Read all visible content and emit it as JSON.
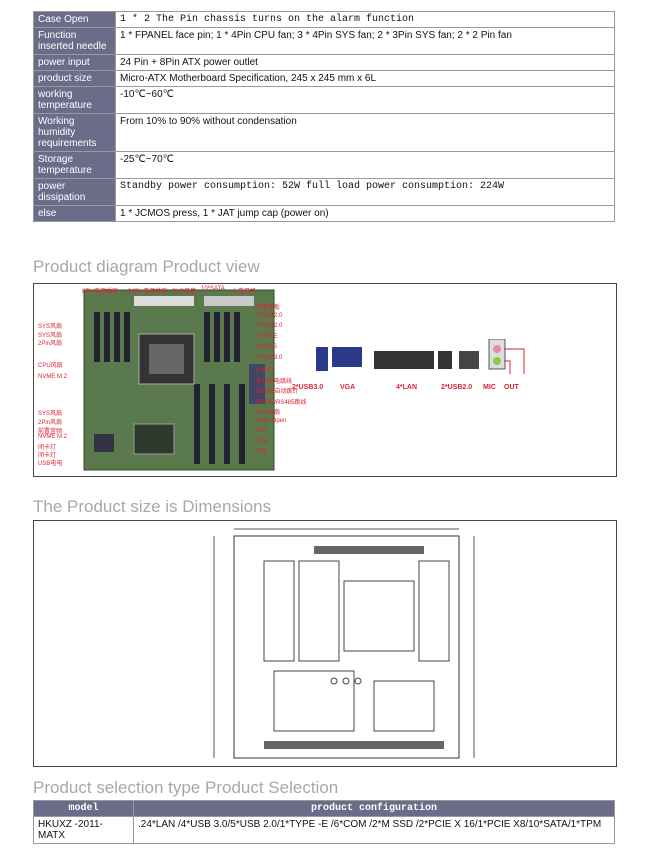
{
  "specs": [
    {
      "key": "Case Open",
      "value": "1 * 2 The Pin chassis turns on the alarm function",
      "mono": true
    },
    {
      "key": "Function inserted needle",
      "value": "1 * FPANEL face pin; 1 * 4Pin CPU fan; 3 * 4Pin SYS fan; 2 * 3Pin SYS fan; 2 * 2 Pin fan",
      "mono": false
    },
    {
      "key": "power input",
      "value": "24 Pin + 8Pin ATX power outlet",
      "mono": false
    },
    {
      "key": "product size",
      "value": "Micro-ATX Motherboard Specification, 245 x 245 mm x 6L",
      "mono": false
    },
    {
      "key": "working temperature",
      "value": "-10℃~60℃",
      "mono": false
    },
    {
      "key": "Working humidity requirements",
      "value": "From 10% to 90% without condensation",
      "mono": false
    },
    {
      "key": "Storage temperature",
      "value": "-25℃~70℃",
      "mono": false
    },
    {
      "key": "power dissipation",
      "value": "Standby power consumption: 52W full load power consumption: 224W",
      "mono": true
    },
    {
      "key": "else",
      "value": "1 * JCMOS press, 1 * JAT jump cap (power on)",
      "mono": false
    }
  ],
  "headings": {
    "diagram": "Product diagram Product view",
    "size": "The Product size is Dimensions",
    "selection": "Product selection type Product Selection"
  },
  "diagram": {
    "top_labels": [
      "8Pin电源插座",
      "24Pin电源插座",
      "SYS风扇",
      "10*SATA",
      "上电开机"
    ],
    "left_labels": [
      "SYS风扇",
      "SYS风扇",
      "2Pin风扇",
      "CPU风扇",
      "NVME M.2",
      "SYS风扇",
      "2Pin风扇",
      "前置音频",
      "NVME M.2",
      "闭卡灯",
      "闭卡灯",
      "USB电电"
    ],
    "right_labels": [
      "前置面板",
      "2*USB2.0",
      "1*USB2.0",
      "TYPE-E",
      "JCMOS",
      "2*USB3.0",
      "6*串口",
      "串口供电跳线",
      "RS485自动跳针",
      "RS232/RS485跳线",
      "SYS风扇",
      "Case Open",
      "LPT",
      "TPM",
      "JP3"
    ],
    "io_labels": [
      "2*USB3.0",
      "VGA",
      "4*LAN",
      "2*USB2.0",
      "MIC",
      "OUT"
    ]
  },
  "selection": {
    "headers": [
      "model",
      "product configuration"
    ],
    "rows": [
      {
        "model": "HKUXZ -2011-MATX",
        "config": ".24*LAN /4*USB 3.0/5*USB 2.0/1*TYPE -E /6*COM /2*M  SSD /2*PCIE  X 16/1*PCIE X8/10*SATA/1*TPM"
      }
    ]
  },
  "colors": {
    "key_bg": "#6b6b8a",
    "heading": "#a8a8a8",
    "label_red": "#d23"
  }
}
